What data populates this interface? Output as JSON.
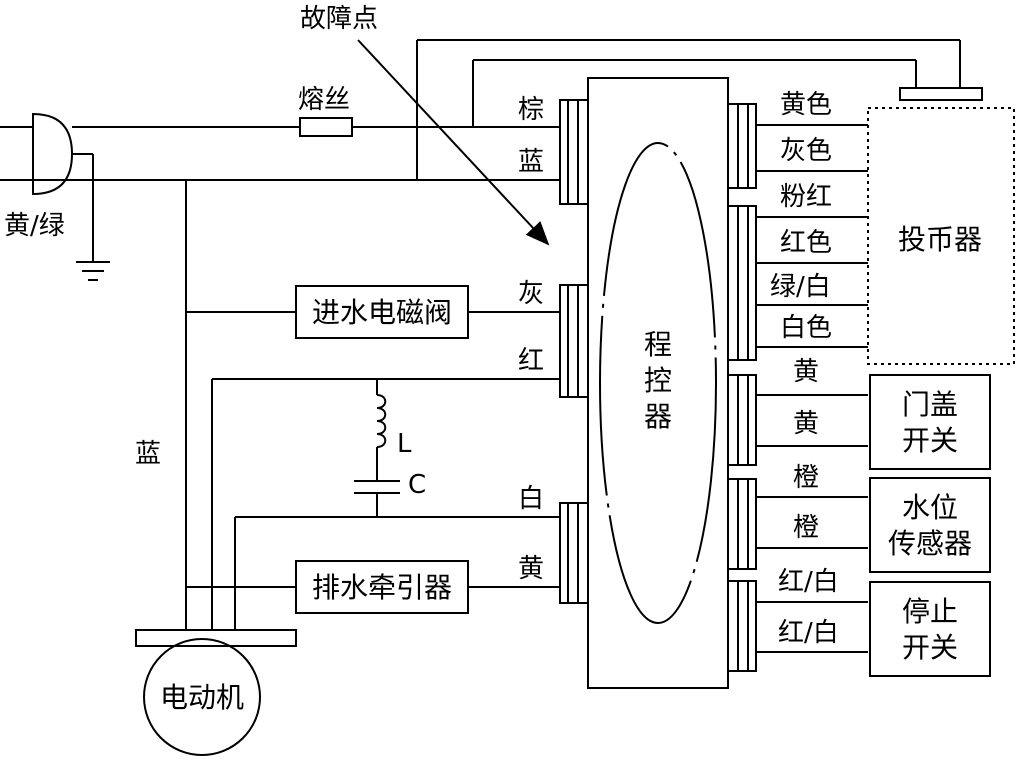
{
  "fault_point": "故障点",
  "fuse": "熔丝",
  "ground": "黄/绿",
  "left_blue": "蓝",
  "inlet_valve": "进水电磁阀",
  "drain_tractor": "排水牵引器",
  "motor": "电动机",
  "inductor": "L",
  "capacitor": "C",
  "controller": [
    "程",
    "控",
    "器"
  ],
  "coin_box": "投币器",
  "door_switch": [
    "门盖",
    "开关"
  ],
  "level_sensor": [
    "水位",
    "传感器"
  ],
  "stop_switch": [
    "停止",
    "开关"
  ],
  "left_wires": [
    "棕",
    "蓝",
    "灰",
    "红",
    "白",
    "黄"
  ],
  "right_wires": [
    "黄色",
    "灰色",
    "粉红",
    "红色",
    "绿/白",
    "白色",
    "黄",
    "黄",
    "橙",
    "橙",
    "红/白",
    "红/白"
  ],
  "colors": {
    "line": "#000000",
    "background": "#ffffff"
  }
}
